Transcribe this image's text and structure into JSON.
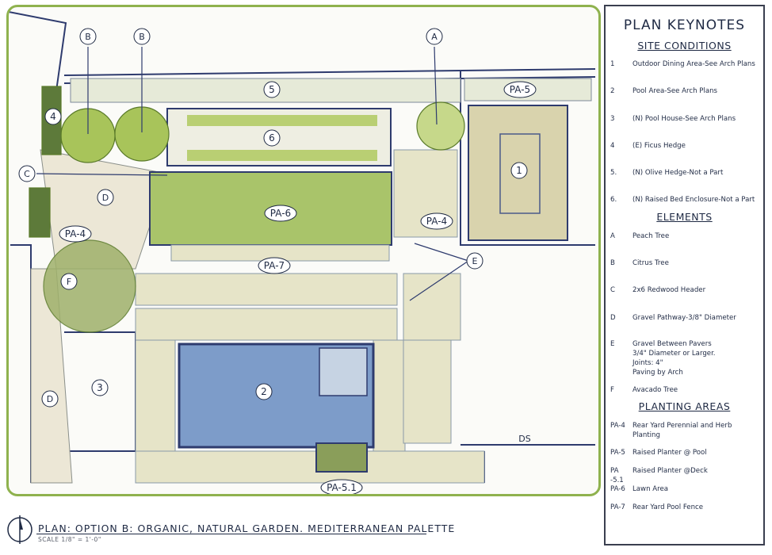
{
  "plan": {
    "labels": {
      "pa6": "PA-6",
      "pa7": "PA-7",
      "pa5": "PA-5",
      "pa4_left": "PA-4",
      "pa4_right": "PA-4",
      "pa51": "PA-5.1",
      "n1": "1",
      "n2": "2",
      "n3": "3",
      "n4": "4",
      "n5": "5",
      "n6": "6",
      "tag_a": "A",
      "tag_b1": "B",
      "tag_b2": "B",
      "tag_c": "C",
      "tag_d1": "D",
      "tag_d2": "D",
      "tag_e": "E",
      "tag_f": "F",
      "ds": "DS"
    }
  },
  "keynotes": {
    "title": "PLAN KEYNOTES",
    "site_conditions_title": "SITE CONDITIONS",
    "site_conditions": [
      {
        "num": "1",
        "text": "Outdoor Dining Area-See Arch Plans"
      },
      {
        "num": "2",
        "text": "Pool Area-See Arch Plans"
      },
      {
        "num": "3",
        "text": "(N) Pool House-See Arch Plans"
      },
      {
        "num": "4",
        "text": "(E) Ficus Hedge"
      },
      {
        "num": "5.",
        "text": "(N) Olive Hedge-Not a Part"
      },
      {
        "num": "6.",
        "text": "(N) Raised Bed Enclosure-Not a Part"
      }
    ],
    "elements_title": "ELEMENTS",
    "elements": [
      {
        "num": "A",
        "text": "Peach Tree"
      },
      {
        "num": "B",
        "text": "Citrus Tree"
      },
      {
        "num": "C",
        "text": "2x6 Redwood Header"
      },
      {
        "num": "D",
        "text": "Gravel Pathway-3/8\" Diameter"
      },
      {
        "num": "E",
        "text": "Gravel Between Pavers\n3/4\" Diameter or Larger.\nJoints: 4\"\nPaving by Arch"
      },
      {
        "num": "F",
        "text": "Avacado Tree"
      }
    ],
    "planting_title": "PLANTING AREAS",
    "planting": [
      {
        "num": "PA-4",
        "text": "Rear Yard Perennial and Herb\nPlanting"
      },
      {
        "num": "PA-5",
        "text": "Raised Planter @ Pool"
      },
      {
        "num": "PA -5.1",
        "text": "Raised Planter @Deck"
      },
      {
        "num": "PA-6",
        "text": "Lawn Area"
      },
      {
        "num": "PA-7",
        "text": "Rear Yard Pool Fence"
      }
    ]
  },
  "title_block": {
    "title": "PLAN: OPTION B: ORGANIC, NATURAL GARDEN. MEDITERRANEAN PALETTE",
    "scale": "SCALE  1/8\" = 1'-0\""
  },
  "colors": {
    "frame": "#8fb24e",
    "ink": "#1f2a44",
    "lawn": "#a9c46a",
    "pool": "#7d9cc9",
    "deck": "#d9d3ad",
    "paver": "#e6e4c8",
    "gravel": "#ece7d6",
    "tree": "#a8c45a"
  }
}
